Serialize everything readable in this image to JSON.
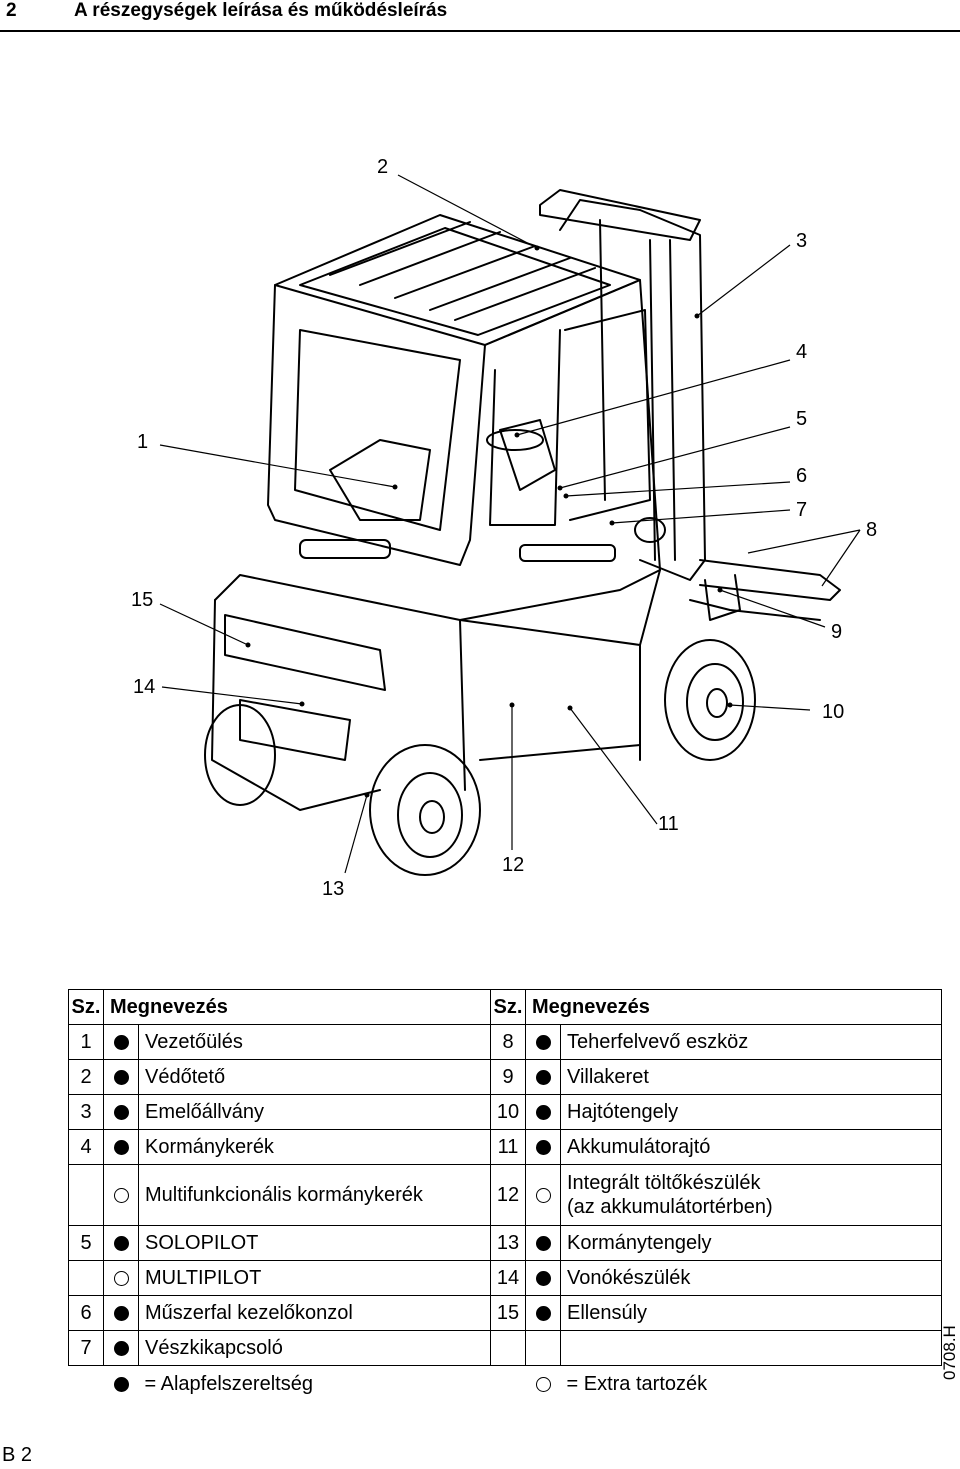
{
  "header": {
    "chapter": "2",
    "title": "A részegységek leírása és működésleírás"
  },
  "drawing": {
    "callouts": [
      "1",
      "2",
      "3",
      "4",
      "5",
      "6",
      "7",
      "8",
      "9",
      "10",
      "11",
      "12",
      "13",
      "14",
      "15"
    ]
  },
  "legend": {
    "col_no": "Sz.",
    "col_name": "Megnevezés",
    "rows": [
      {
        "n1": "1",
        "s1": "standard",
        "t1": "Vezetőülés",
        "n2": "8",
        "s2": "standard",
        "t2": "Teherfelvevő eszköz"
      },
      {
        "n1": "2",
        "s1": "standard",
        "t1": "Védőtető",
        "n2": "9",
        "s2": "standard",
        "t2": "Villakeret"
      },
      {
        "n1": "3",
        "s1": "standard",
        "t1": "Emelőállvány",
        "n2": "10",
        "s2": "standard",
        "t2": "Hajtótengely"
      },
      {
        "n1": "4",
        "s1": "standard",
        "t1": "Kormánykerék",
        "n2": "11",
        "s2": "standard",
        "t2": "Akkumulátorajtó"
      },
      {
        "n1": "",
        "s1": "extra",
        "t1": "Multifunkcionális kormánykerék",
        "n2": "12",
        "s2": "extra",
        "t2a": "Integrált töltőkészülék",
        "t2b": "(az akkumulátortérben)"
      },
      {
        "n1": "5",
        "s1": "standard",
        "t1": "SOLOPILOT",
        "n2": "13",
        "s2": "standard",
        "t2": "Kormánytengely"
      },
      {
        "n1": "",
        "s1": "extra",
        "t1": "MULTIPILOT",
        "n2": "14",
        "s2": "standard",
        "t2": "Vonókészülék"
      },
      {
        "n1": "6",
        "s1": "standard",
        "t1": "Műszerfal kezelőkonzol",
        "n2": "15",
        "s2": "standard",
        "t2": "Ellensúly"
      },
      {
        "n1": "7",
        "s1": "standard",
        "t1": "Vészkikapcsoló",
        "n2": "",
        "s2": "",
        "t2": ""
      }
    ],
    "footer": {
      "standard_text": "= Alapfelszereltség",
      "extra_text": "= Extra tartozék"
    }
  },
  "footer": {
    "page": "B 2",
    "doc_id": "0708.H"
  }
}
